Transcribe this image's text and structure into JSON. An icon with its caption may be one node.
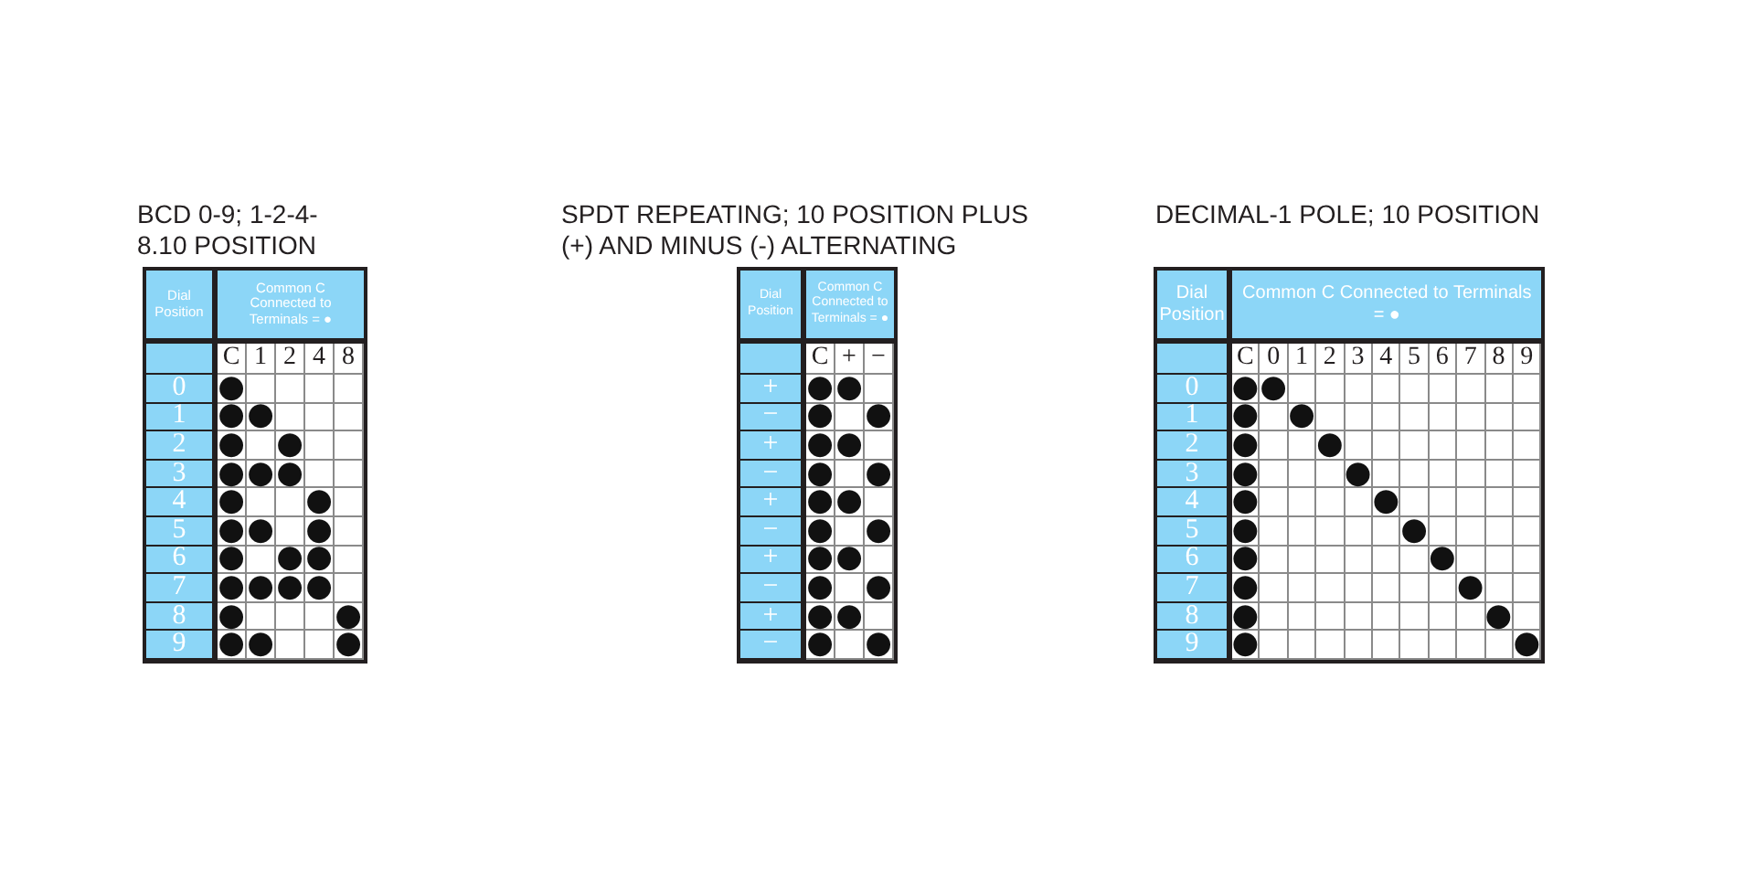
{
  "diagram": {
    "labels": [
      "BCD 0-9; 1-2-4-8.10 POSITION",
      "Dial Position",
      "Common C Connected to Terminals = ●",
      "C",
      "1",
      "2",
      "4",
      "8",
      "0",
      "●",
      "1",
      "●",
      "●",
      "2",
      "●",
      "●",
      "3",
      "●",
      "●",
      "●",
      "4",
      "●",
      "●",
      "5",
      "●",
      "●",
      "●",
      "6",
      "●",
      "●",
      "●",
      "7",
      "●",
      "●",
      "●",
      "●",
      "8",
      "●",
      "●",
      "9",
      "●",
      "●",
      "●",
      "SPDT REPEATING; 10 POSITION PLUS (+) AND MINUS (-) ALTERNATING",
      "Dial Position",
      "Common C Connected to Terminals = ●",
      "C",
      "+",
      "−",
      "+",
      "●",
      "●",
      "−",
      "●",
      "●",
      "+",
      "●",
      "●",
      "−",
      "●",
      "●",
      "+",
      "●",
      "●",
      "−",
      "●",
      "●",
      "+",
      "●",
      "●",
      "−",
      "●",
      "●",
      "+",
      "●",
      "●",
      "−",
      "●",
      "●",
      "DECIMAL-1 POLE; 10 POSITION",
      "Dial Position",
      "Common C Connected to Terminals = ●",
      "C",
      "0",
      "1",
      "2",
      "3",
      "4",
      "5",
      "6",
      "7",
      "8",
      "9",
      "0",
      "●",
      "●",
      "1",
      "●",
      "●",
      "2",
      "●",
      "●",
      "3",
      "●",
      "●",
      "4",
      "●",
      "●",
      "5",
      "●",
      "●",
      "6",
      "●",
      "●",
      "7",
      "●",
      "●",
      "8",
      "●",
      "●",
      "9",
      "●",
      "●"
    ]
  }
}
